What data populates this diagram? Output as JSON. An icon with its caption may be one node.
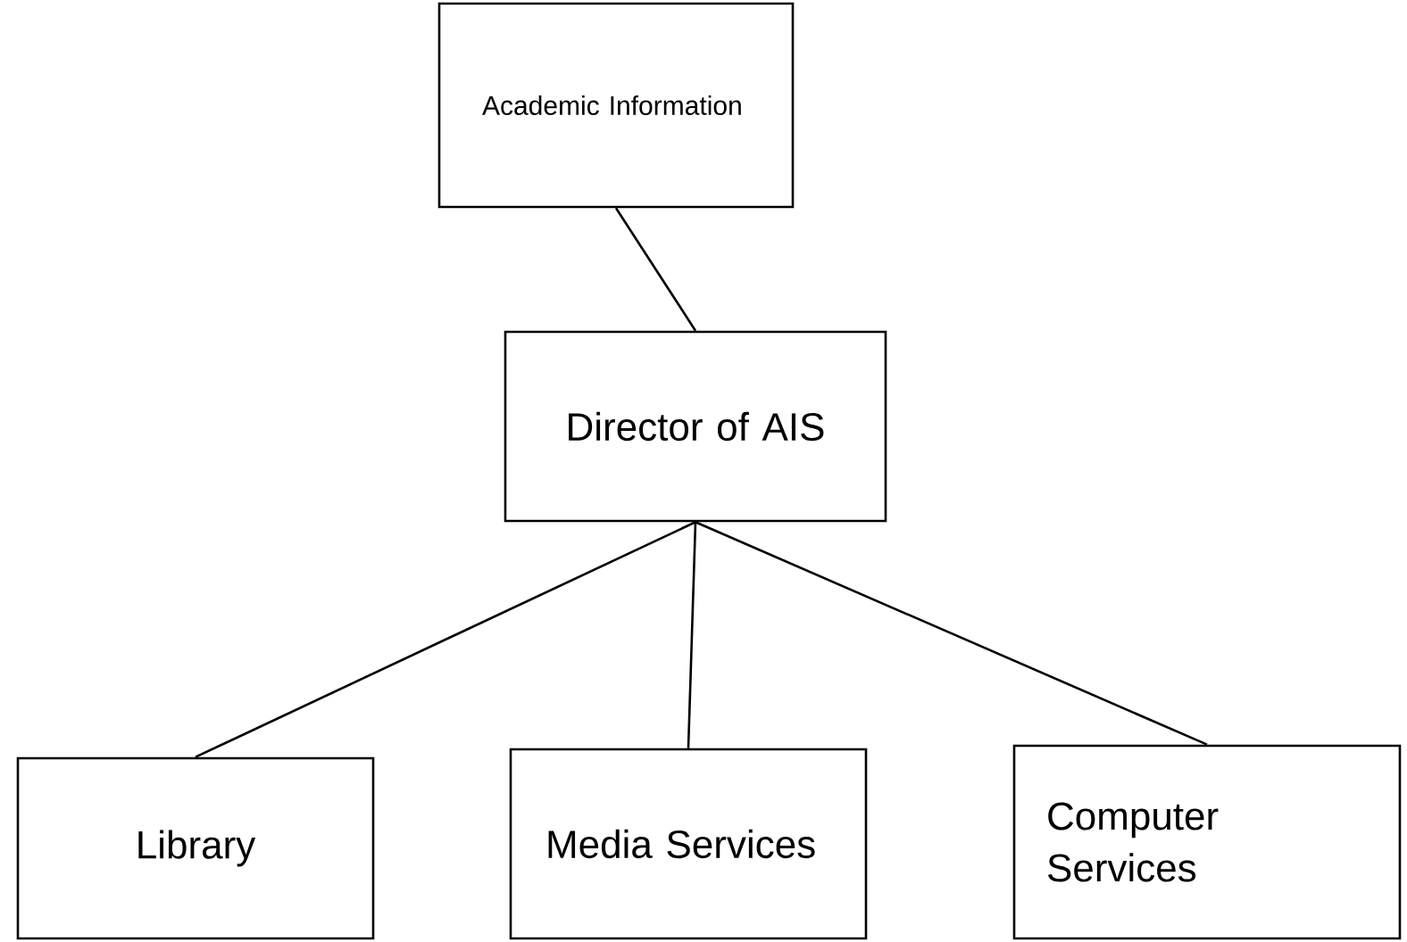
{
  "diagram": {
    "nodes": [
      {
        "text": [
          "Academic Information"
        ]
      },
      {
        "text": [
          "Director of AIS"
        ]
      },
      {
        "text": [
          "Library"
        ]
      },
      {
        "text": [
          "Media Services"
        ]
      },
      {
        "text": [
          "Computer Services"
        ]
      }
    ],
    "edges": [
      {
        "from": 0,
        "to": 1,
        "arrow": "none"
      },
      {
        "from": 1,
        "to": 2,
        "arrow": "none"
      },
      {
        "from": 1,
        "to": 3,
        "arrow": "none"
      },
      {
        "from": 1,
        "to": 4,
        "arrow": "none"
      }
    ]
  }
}
